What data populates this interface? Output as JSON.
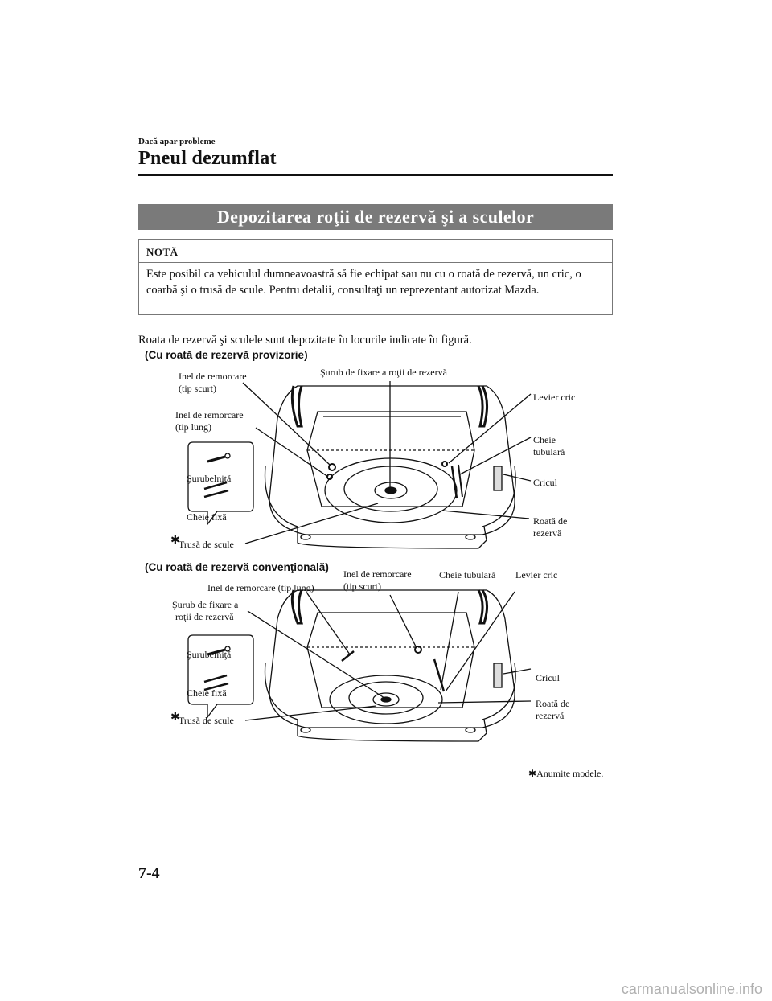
{
  "header": {
    "chapter": "Dacă apar probleme",
    "section": "Pneul dezumflat"
  },
  "banner": "Depozitarea roţii de rezervă şi a sculelor",
  "note": {
    "title": "NOTĂ",
    "body": "Este posibil ca vehiculul dumneavoastră să fie echipat sau nu cu o roată de rezervă, un cric, o coarbă şi o trusă de scule. Pentru detalii, consultaţi un reprezentant autorizat Mazda."
  },
  "intro": "Roata de rezervă şi sculele sunt depozitate în locurile indicate în figură.",
  "figure_top": {
    "caption": "(Cu roată de rezervă provizorie)",
    "labels": {
      "tow_short_1": "Inel de remorcare",
      "tow_short_2": "(tip scurt)",
      "tow_long_1": "Inel de remorcare",
      "tow_long_2": "(tip lung)",
      "bolt": "Şurub de fixare a roţii de rezervă",
      "jack_lever": "Levier cric",
      "socket_1": "Cheie",
      "socket_2": "tubulară",
      "jack": "Cricul",
      "spare_1": "Roată de",
      "spare_2": "rezervă",
      "screwdriver": "Şurubelniţă",
      "wrench": "Cheie fixă",
      "toolkit": "Trusă de scule"
    }
  },
  "figure_bottom": {
    "caption": "(Cu roată de rezervă convenţională)",
    "labels": {
      "tow_long": "Inel de remorcare (tip lung)",
      "tow_short_1": "Inel de remorcare",
      "tow_short_2": "(tip scurt)",
      "socket": "Cheie tubulară",
      "jack_lever": "Levier cric",
      "bolt_1": "Şurub de fixare a",
      "bolt_2": "roţii de rezervă",
      "screwdriver": "Şurubelniţă",
      "wrench": "Cheie fixă",
      "jack": "Cricul",
      "spare_1": "Roată de",
      "spare_2": "rezervă",
      "toolkit": "Trusă de scule"
    }
  },
  "footnote": "Anumite modele.",
  "page_number": "7-4",
  "watermark": "carmanualsonline.info"
}
